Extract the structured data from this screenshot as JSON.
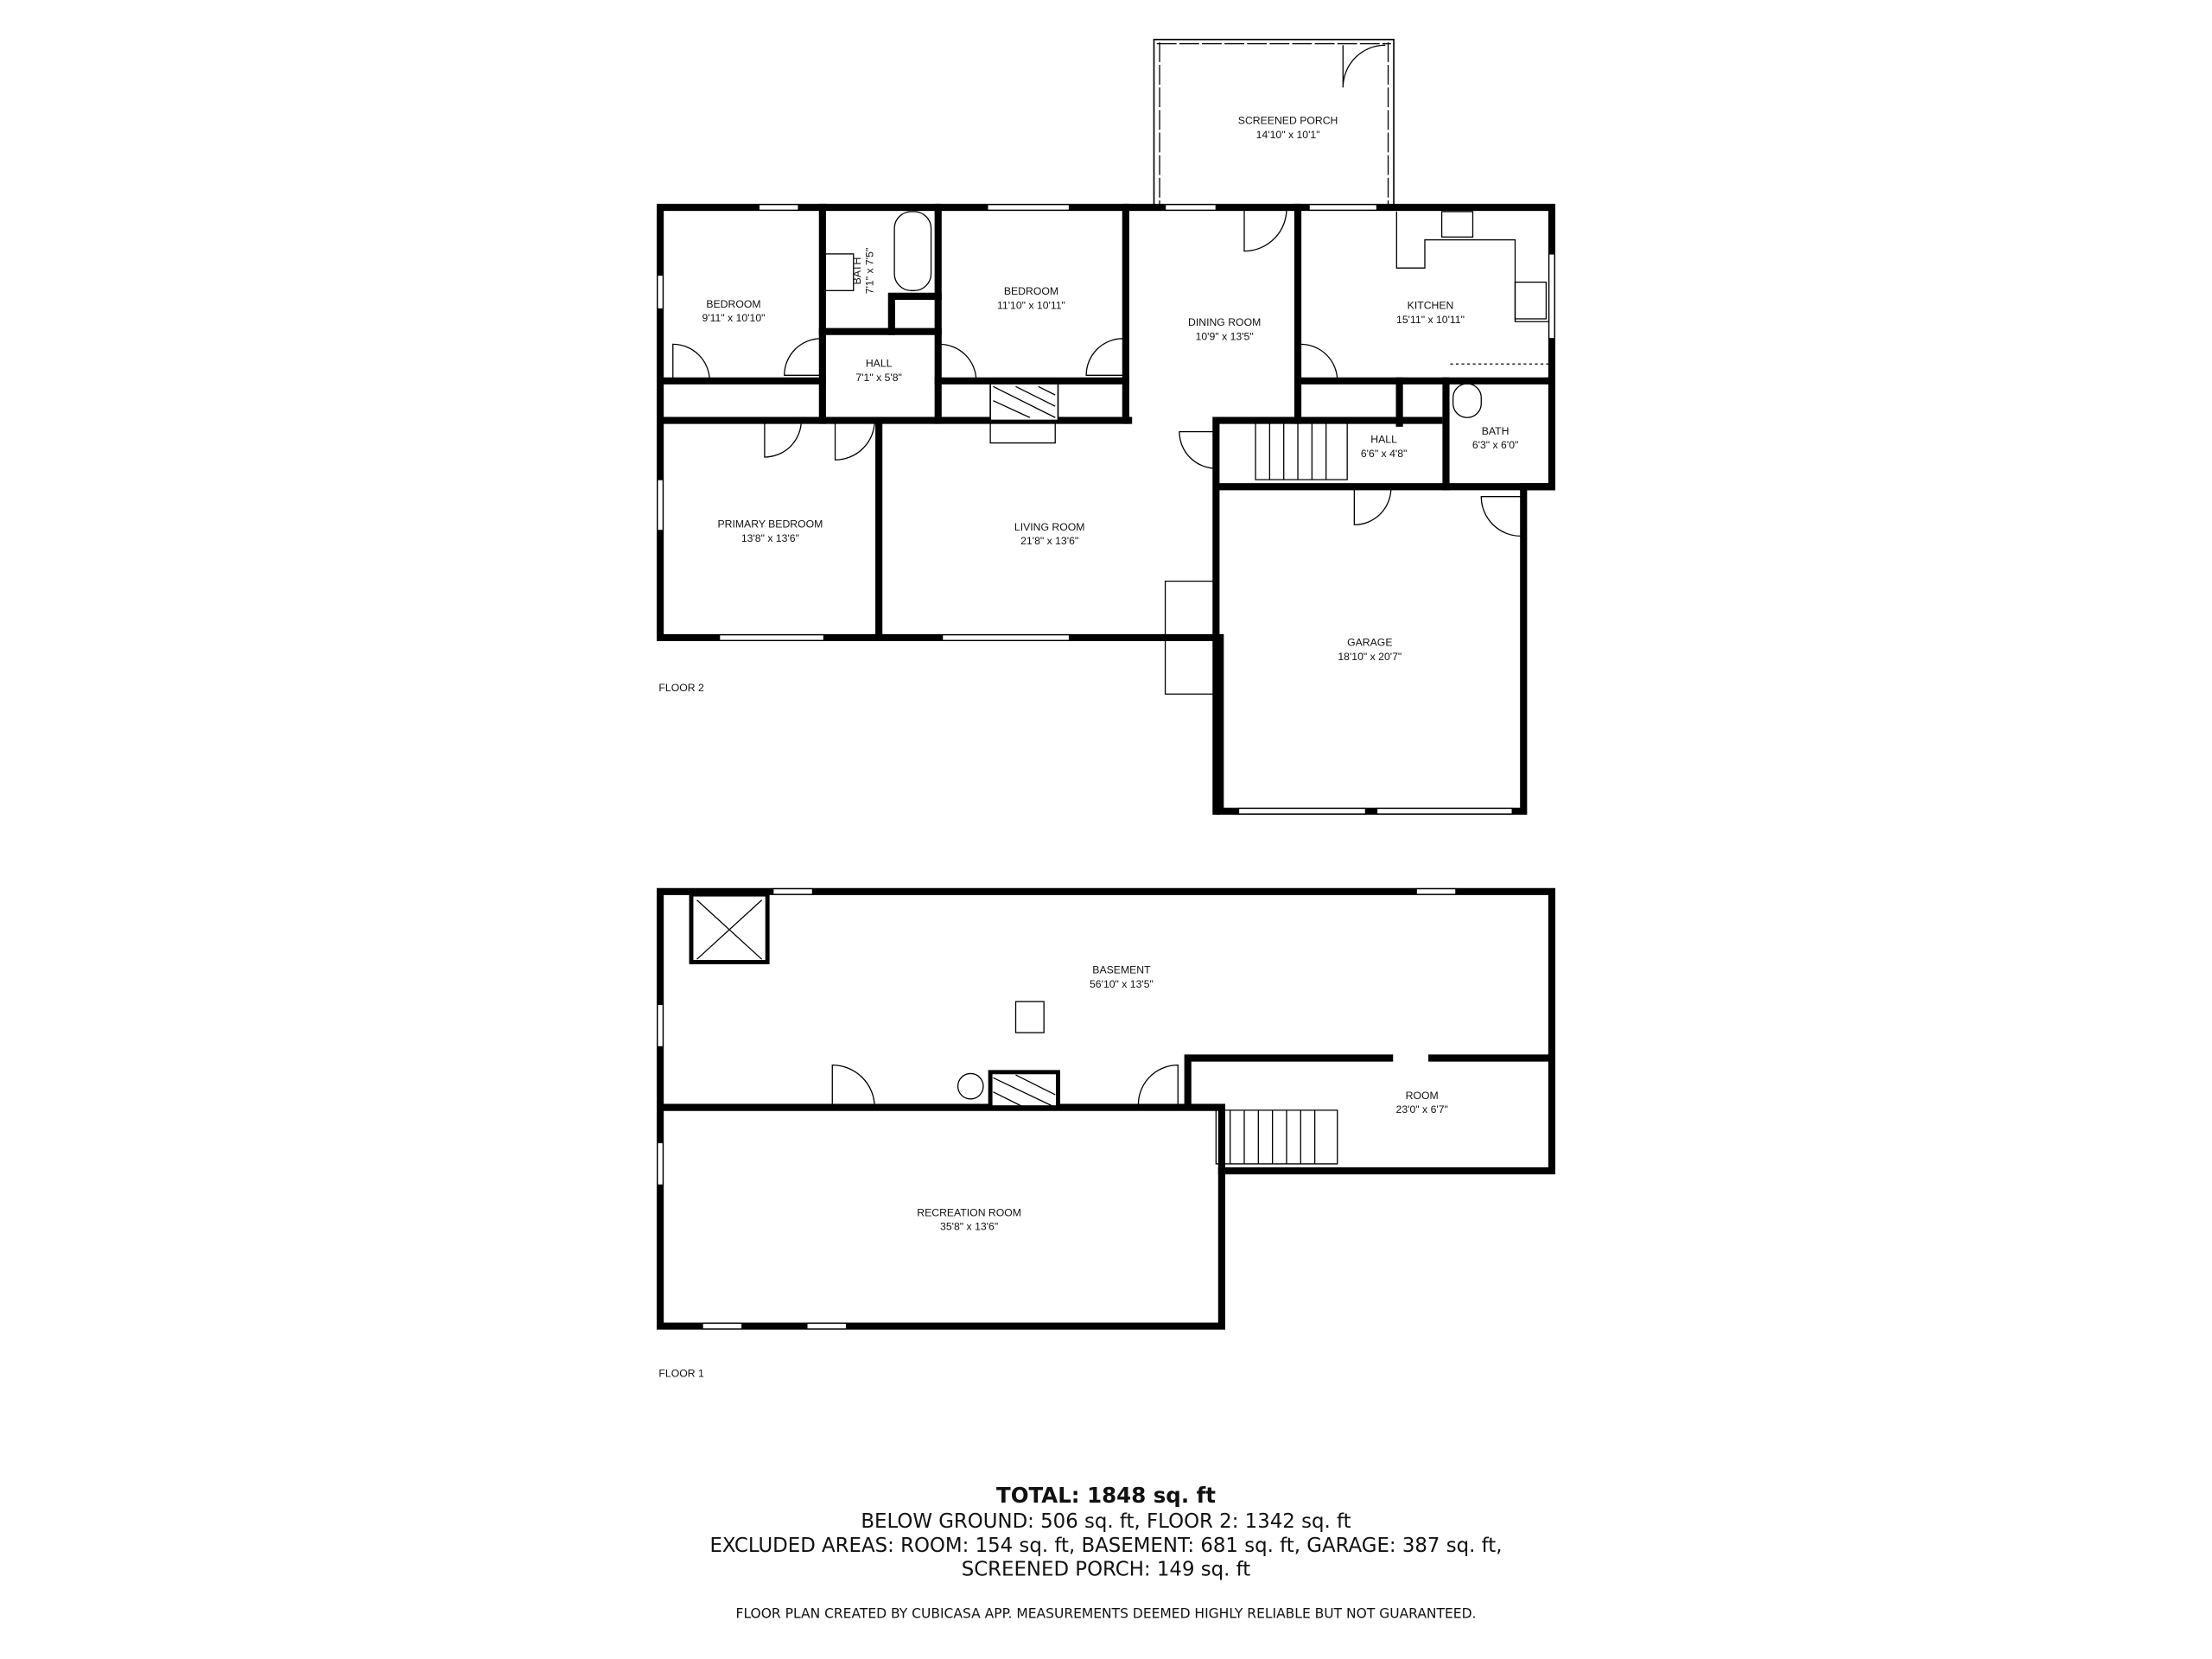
{
  "floor2": {
    "label": "FLOOR 2",
    "rooms": [
      {
        "name": "SCREENED PORCH",
        "size": "14'10\" x 10'1\""
      },
      {
        "name": "BEDROOM",
        "size": "9'11\" x 10'10\""
      },
      {
        "name": "BATH",
        "size": "7'1\" x 7'5\""
      },
      {
        "name": "BEDROOM",
        "size": "11'10\" x 10'11\""
      },
      {
        "name": "DINING ROOM",
        "size": "10'9\" x 13'5\""
      },
      {
        "name": "KITCHEN",
        "size": "15'11\" x 10'11\""
      },
      {
        "name": "HALL",
        "size": "7'1\" x 5'8\""
      },
      {
        "name": "HALL",
        "size": "6'6\" x 4'8\""
      },
      {
        "name": "BATH",
        "size": "6'3\" x 6'0\""
      },
      {
        "name": "PRIMARY BEDROOM",
        "size": "13'8\" x 13'6\""
      },
      {
        "name": "LIVING ROOM",
        "size": "21'8\" x 13'6\""
      },
      {
        "name": "GARAGE",
        "size": "18'10\" x 20'7\""
      }
    ]
  },
  "floor1": {
    "label": "FLOOR 1",
    "rooms": [
      {
        "name": "BASEMENT",
        "size": "56'10\" x 13'5\""
      },
      {
        "name": "ROOM",
        "size": "23'0\" x 6'7\""
      },
      {
        "name": "RECREATION ROOM",
        "size": "35'8\" x 13'6\""
      }
    ]
  },
  "summary": {
    "total": "TOTAL: 1848 sq. ft",
    "line1": "BELOW GROUND: 506 sq. ft, FLOOR 2: 1342 sq. ft",
    "line2": "EXCLUDED AREAS: ROOM: 154 sq. ft, BASEMENT: 681 sq. ft, GARAGE: 387 sq. ft,",
    "line3": "SCREENED PORCH: 149 sq. ft",
    "disclaimer": "FLOOR PLAN CREATED BY CUBICASA APP. MEASUREMENTS DEEMED HIGHLY RELIABLE BUT NOT GUARANTEED."
  }
}
